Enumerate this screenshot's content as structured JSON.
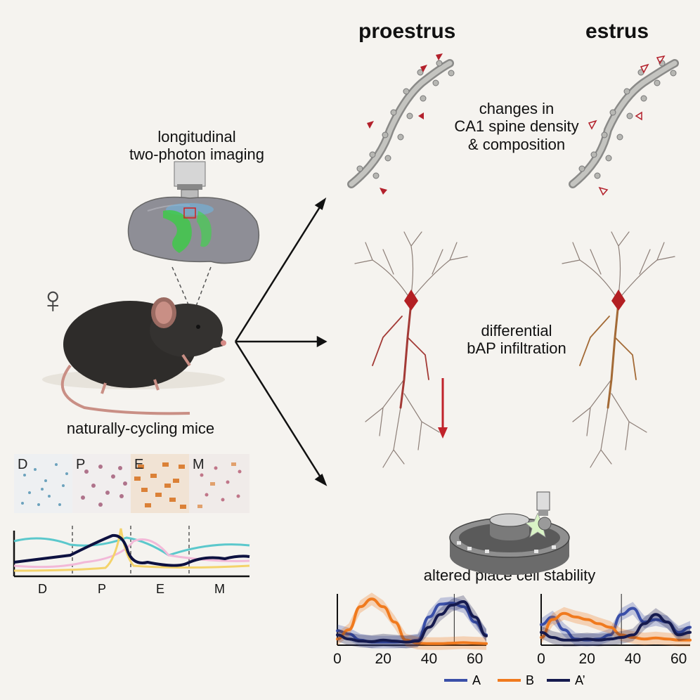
{
  "headers": {
    "proestrus": "proestrus",
    "estrus": "estrus"
  },
  "labels": {
    "imaging_1": "longitudinal",
    "imaging_2": "two-photon imaging",
    "mice": "naturally-cycling mice",
    "spine_1": "changes in",
    "spine_2": "CA1 spine density",
    "spine_3": "& composition",
    "bap_1": "differential",
    "bap_2": "bAP infiltration",
    "place": "altered place cell stability",
    "female_symbol": "♀"
  },
  "smear_stages": [
    "D",
    "P",
    "E",
    "M"
  ],
  "cycle_axis": [
    "D",
    "P",
    "E",
    "M"
  ],
  "colors": {
    "background": "#f5f3ef",
    "A": "#3a4fa8",
    "B": "#f07a1e",
    "Aprime": "#151a4e",
    "spine_marker": "#b3202b",
    "hormone_cyan": "#5bc8cc",
    "hormone_pink": "#f2b9d8",
    "hormone_yellow": "#f4d36a",
    "hormone_navy": "#0d1140"
  },
  "chart_data": [
    {
      "type": "line",
      "x": [
        0,
        5,
        10,
        15,
        20,
        25,
        30,
        35,
        40,
        45,
        50,
        55,
        60,
        65
      ],
      "xticks": [
        "0",
        "20",
        "40",
        "60"
      ],
      "series": [
        {
          "name": "A",
          "values": [
            0.28,
            0.22,
            0.1,
            0.06,
            0.06,
            0.06,
            0.07,
            0.1,
            0.55,
            0.8,
            0.82,
            0.75,
            0.45,
            0.2
          ]
        },
        {
          "name": "B",
          "values": [
            0.12,
            0.3,
            0.75,
            0.9,
            0.75,
            0.45,
            0.1,
            0.04,
            0.03,
            0.03,
            0.04,
            0.05,
            0.04,
            0.03
          ]
        },
        {
          "name": "A’",
          "values": [
            0.2,
            0.12,
            0.08,
            0.07,
            0.1,
            0.08,
            0.06,
            0.08,
            0.35,
            0.6,
            0.78,
            0.85,
            0.55,
            0.18
          ]
        }
      ]
    },
    {
      "type": "line",
      "x": [
        0,
        5,
        10,
        15,
        20,
        25,
        30,
        35,
        40,
        45,
        50,
        55,
        60,
        65
      ],
      "xticks": [
        "0",
        "20",
        "40",
        "60"
      ],
      "series": [
        {
          "name": "A",
          "values": [
            0.4,
            0.55,
            0.3,
            0.12,
            0.1,
            0.12,
            0.2,
            0.6,
            0.72,
            0.45,
            0.5,
            0.45,
            0.25,
            0.35
          ]
        },
        {
          "name": "B",
          "values": [
            0.15,
            0.5,
            0.62,
            0.55,
            0.5,
            0.42,
            0.35,
            0.2,
            0.15,
            0.12,
            0.14,
            0.12,
            0.1,
            0.1
          ]
        },
        {
          "name": "A’",
          "values": [
            0.25,
            0.15,
            0.1,
            0.1,
            0.12,
            0.1,
            0.12,
            0.15,
            0.2,
            0.42,
            0.6,
            0.45,
            0.2,
            0.25
          ]
        }
      ]
    }
  ]
}
